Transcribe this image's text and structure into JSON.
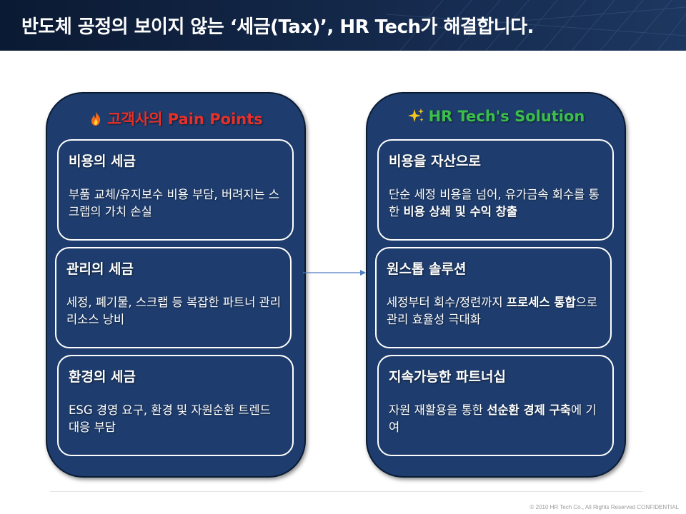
{
  "title": "반도체 공정의 보이지 않는 ‘세금(Tax)’, HR Tech가 해결합니다.",
  "left_panel": {
    "icon": "flame-icon",
    "heading": "고객사의 Pain Points",
    "heading_color": "#e8302a",
    "cards": [
      {
        "title": "비용의 세금",
        "text": "부품 교체/유지보수 비용 부담, 버려지는 스크랩의 가치 손실"
      },
      {
        "title": "관리의 세금",
        "text": "세정, 폐기물, 스크랩 등 복잡한 파트너 관리 리소스 낭비"
      },
      {
        "title": "환경의 세금",
        "text": " ESG 경영 요구, 환경 및 자원순환 트렌드 대응 부담"
      }
    ]
  },
  "right_panel": {
    "icon": "sparkles-icon",
    "heading": "HR Tech's Solution",
    "heading_color": "#3bbf4a",
    "cards": [
      {
        "title": "비용을 자산으로",
        "text_pre": "단순 세정 비용을 넘어, 유가금속 회수를 통한 ",
        "text_bold": "비용 상쇄 및 수익 창출",
        "text_post": ""
      },
      {
        "title": "원스톱 솔루션",
        "text_pre": "세정부터 회수/정련까지 ",
        "text_bold": "프로세스 통합",
        "text_post": "으로 관리 효율성 극대화"
      },
      {
        "title": "지속가능한 파트너십",
        "text_pre": "자원 재활용을 통한 ",
        "text_bold": "선순환 경제 구축",
        "text_post": "에 기여"
      }
    ]
  },
  "footer": "© 2010 HR Tech Co., All Rights Reserved  CONFIDENTIAL",
  "colors": {
    "panel_fill": "#1e3d6e",
    "title_bar": "#0b1a33",
    "card_border": "#ffffff"
  }
}
